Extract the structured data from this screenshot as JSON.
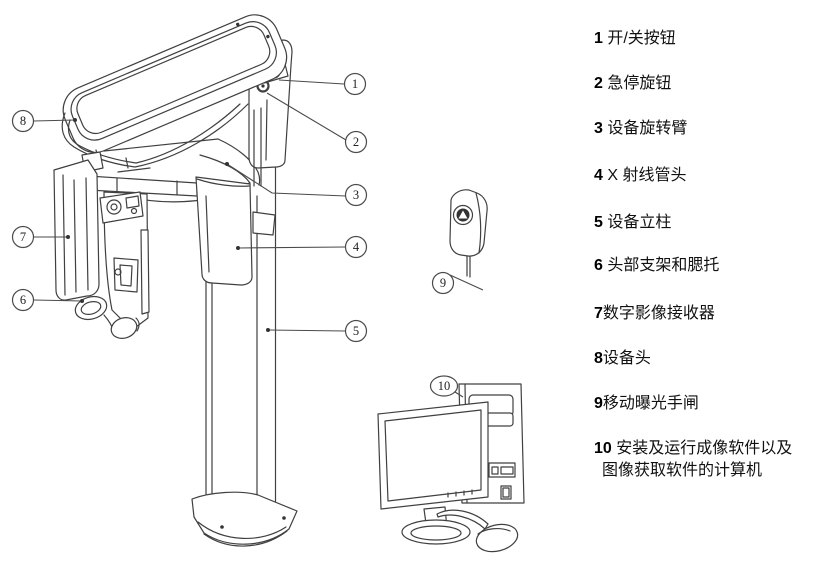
{
  "legend": {
    "items": [
      {
        "num": "1",
        "label": " 开/关按钮"
      },
      {
        "num": "2",
        "label": " 急停旋钮"
      },
      {
        "num": "3",
        "label": " 设备旋转臂"
      },
      {
        "num": "4",
        "label": " X 射线管头"
      },
      {
        "num": "5",
        "label": " 设备立柱"
      },
      {
        "num": "6",
        "label": " 头部支架和腮托"
      },
      {
        "num": "7",
        "label": "数字影像接收器"
      },
      {
        "num": "8",
        "label": "设备头"
      },
      {
        "num": "9",
        "label": "移动曝光手闸"
      },
      {
        "num": "10",
        "label": " 安装及运行成像软件以及图像获取软件的计算机"
      }
    ]
  },
  "callouts": {
    "c1": "1",
    "c2": "2",
    "c3": "3",
    "c4": "4",
    "c5": "5",
    "c6": "6",
    "c7": "7",
    "c8": "8",
    "c9": "9",
    "c10": "10"
  },
  "colors": {
    "drawing_line": "#404040",
    "leader_line": "#4a4a4a",
    "legend_text": "#111111",
    "background": "#ffffff"
  }
}
